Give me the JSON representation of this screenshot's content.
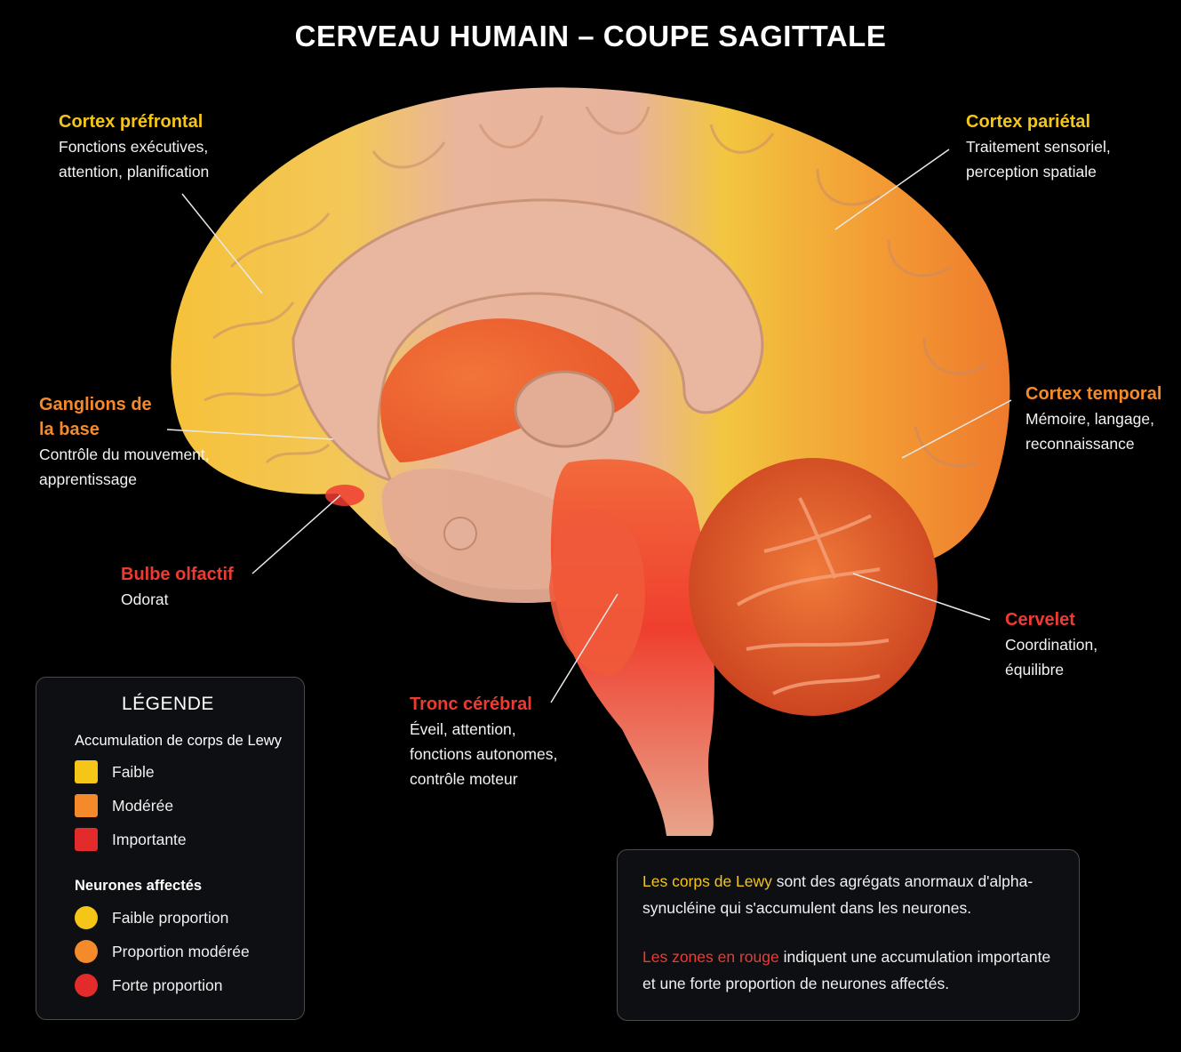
{
  "title": "CERVEAU HUMAIN – COUPE SAGITTALE",
  "colors": {
    "low": "#f5c518",
    "moderate": "#f58a2a",
    "high": "#ee3b32"
  },
  "regions": {
    "prefrontal": {
      "name": "Cortex préfrontal",
      "desc": "Fonctions exécutives,\nattention, planification",
      "level": "low"
    },
    "parietal": {
      "name": "Cortex pariétal",
      "desc": "Traitement sensoriel,\nperception spatiale",
      "level": "low"
    },
    "basal_ganglia": {
      "name": "Ganglions de\nla base",
      "desc": "Contrôle du mouvement,\napprentissage",
      "level": "moderate"
    },
    "temporal": {
      "name": "Cortex temporal",
      "desc": "Mémoire, langage,\nreconnaissance",
      "level": "moderate"
    },
    "olfactory": {
      "name": "Bulbe olfactif",
      "desc": "Odorat",
      "level": "high"
    },
    "cerebellum": {
      "name": "Cervelet",
      "desc": "Coordination,\néquilibre",
      "level": "high"
    },
    "brainstem": {
      "name": "Tronc cérébral",
      "desc": "Éveil, attention,\nfonctions autonomes,\ncontrôle moteur",
      "level": "high"
    }
  },
  "legend": {
    "title": "LÉGENDE",
    "section1": "Accumulation de corps de Lewy",
    "items1": [
      "Faible",
      "Modérée",
      "Importante"
    ],
    "section2": "Neurones affectés",
    "items2": [
      "Faible proportion",
      "Proportion modérée",
      "Forte proportion"
    ]
  },
  "info": {
    "p1_highlight": "Les corps de Lewy",
    "p1_text": " sont des agrégats anormaux d'alpha-synucléine qui s'accumulent dans les neurones.",
    "p2_highlight": "Les zones en rouge",
    "p2_text": " indiquent une accumulation importante et une forte proportion de neurones affectés."
  }
}
